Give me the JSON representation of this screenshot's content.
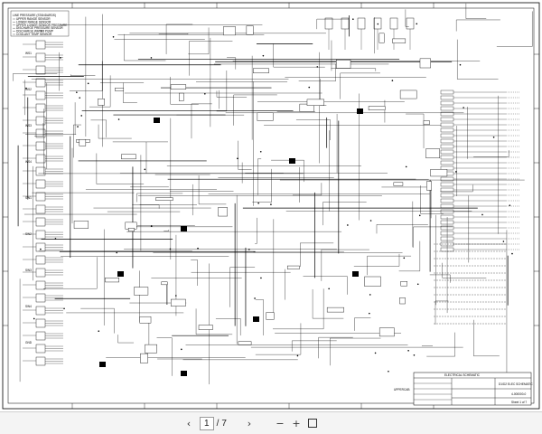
{
  "sheet": {
    "legend_title": "LINE PRESSURE (STANDARDS)",
    "legend_items": [
      "UPPER RANGE SENSOR",
      "LOWER RANGE SENSOR",
      "UPPER LOWER SENSOR PRESSURE",
      "DISCHARGE PRESSURE SENSOR",
      "DISCHARGE WATER PUMP",
      "COOLANT TEMP SENSOR"
    ],
    "connector_labels": [
      "WS1",
      "WS2",
      "WS3",
      "WS4",
      "SW1",
      "SW2",
      "SW3",
      "SW4",
      "GND"
    ],
    "ref_label": "UPPERCAB",
    "title_block": {
      "header": "ELECTRICAL SCHEMATIC",
      "drawing_title": "D1/D2 ELEC SCHEMATIC",
      "sheet_no": "Sheet 1 of 7",
      "doc_number": "4-000000-0"
    }
  },
  "viewer": {
    "page_current": "1",
    "page_total": "7",
    "page_separator": "/",
    "icons": [
      "previous-page-icon",
      "next-page-icon",
      "zoom-out-icon",
      "zoom-in-icon",
      "fit-page-icon"
    ]
  }
}
